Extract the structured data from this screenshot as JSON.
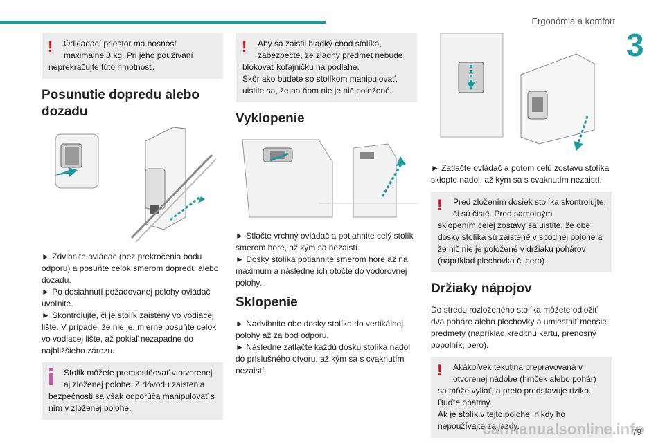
{
  "header": {
    "title": "Ergonómia a komfort",
    "chapter": "3",
    "page": "79"
  },
  "watermark": "carmanualsonline.info",
  "col1": {
    "warning_first": "Odkladací priestor má nosnosť maximálne 3 kg. Pri jeho používaní",
    "warning_rest": "neprekračujte túto hmotnosť.",
    "heading": "Posunutie dopredu alebo dozadu",
    "text": "► Zdvihnite ovládač (bez prekročenia bodu odporu) a posuňte celok smerom dopredu alebo dozadu.\n► Po dosiahnutí požadovanej polohy ovládač uvoľnite.\n► Skontrolujte, či je stolík zaistený vo vodiacej lište. V prípade, že nie je, mierne posuňte celok vo vodiacej lište, až pokiaľ nezapadne do najbližšieho zárezu.",
    "info_first": "Stolík môžete premiestňovať v otvorenej aj zloženej polohe. Z dôvodu zaistenia",
    "info_rest": "bezpečnosti sa však odporúča manipulovať s ním v zloženej polohe."
  },
  "col2": {
    "warning_first": "Aby sa zaistil hladký chod stolíka, zabezpečte, že žiadny predmet nebude",
    "warning_rest": "blokovať koľajničku na podlahe.\nSkôr ako budete so stolíkom manipulovať, uistite sa, že na ňom nie je nič položené.",
    "heading1": "Vyklopenie",
    "text1": "► Stlačte vrchný ovládač a potiahnite celý stolík smerom hore, až kým sa nezaistí.\n► Dosky stolíka potiahnite smerom hore až na maximum a následne ich otočte do vodorovnej polohy.",
    "heading2": "Sklopenie",
    "text2": "► Nadvihnite obe dosky stolíka do vertikálnej polohy až za bod odporu.\n► Následne zatlačte každú dosku stolíka nadol do príslušného otvoru, až kým sa s cvaknutím nezaistí."
  },
  "col3": {
    "text1": "► Zatlačte ovládač a potom celú zostavu stolíka sklopte nadol, až kým sa s cvaknutím nezaistí.",
    "warning1_first": "Pred zložením dosiek stolíka skontrolujte, či sú čisté. Pred samotným",
    "warning1_rest": "sklopením celej zostavy sa uistite, že obe dosky stolíka sú zaistené v spodnej polohe a že nič nie je položené v držiaku pohárov (napríklad plechovka či pero).",
    "heading": "Držiaky nápojov",
    "text2": "Do stredu rozloženého stolíka môžete odložiť dva poháre alebo plechovky a umiestniť menšie predmety (napríklad kreditnú kartu, prenosný popolník, pero).",
    "warning2_first": "Akákoľvek tekutina prepravovaná v otvorenej nádobe (hrnček alebo pohár)",
    "warning2_rest": "sa môže vyliať, a preto predstavuje riziko. Buďte opatrný.\nAk je stolík v tejto polohe, nikdy ho nepoužívajte za jazdy."
  },
  "icons": {
    "warning": "warning-exclamation-icon",
    "info": "info-icon"
  },
  "colors": {
    "accent": "#1d9aa0",
    "warning": "#e30613",
    "info": "#c85ba8",
    "box": "#ececec"
  }
}
